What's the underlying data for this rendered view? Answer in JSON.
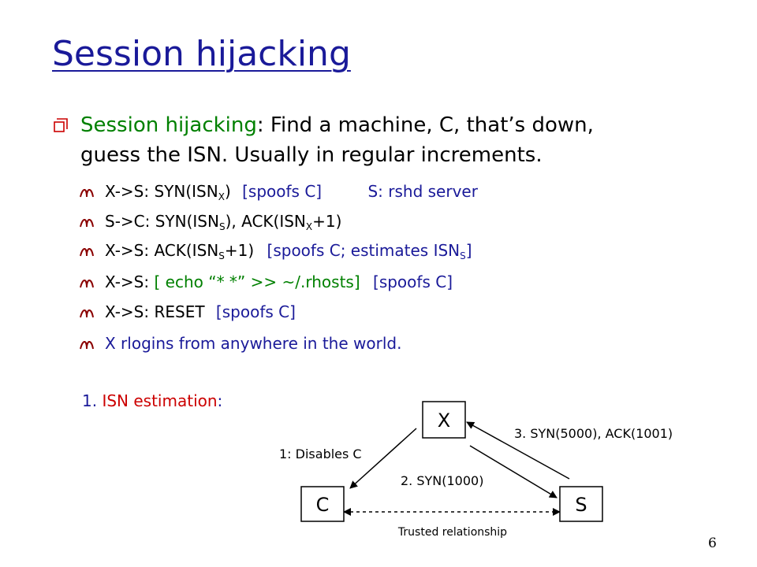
{
  "slide": {
    "title": "Session hijacking",
    "page_number": "6"
  },
  "main_bullet": {
    "term": "Session hijacking",
    "text_line1": ": Find a machine, C, that’s down,",
    "text_line2": "guess the ISN. Usually in regular increments."
  },
  "steps": {
    "s1": {
      "pre": "X->S: SYN(ISN",
      "sub": "X",
      "post": ")",
      "note": "[spoofs C]",
      "side": "S: rshd server"
    },
    "s2": {
      "pre": "S->C: SYN(ISN",
      "sub1": "S",
      "mid": "), ACK(ISN",
      "sub2": "X",
      "post": "+1)"
    },
    "s3": {
      "pre": "X->S: ACK(ISN",
      "sub": "S",
      "post": "+1)",
      "note_pre": "[spoofs C; estimates ISN",
      "note_sub": "S",
      "note_post": "]"
    },
    "s4": {
      "pre": "X->S: ",
      "cmd": "[ echo “* *” >> ~/.rhosts]",
      "note": "[spoofs C]"
    },
    "s5": {
      "pre": "X->S: RESET",
      "note": "[spoofs C]"
    },
    "s6": {
      "text": "X rlogins from anywhere in the world."
    }
  },
  "estimation": {
    "number": "1.",
    "label": "ISN estimation",
    "colon": ":"
  },
  "diagram": {
    "node_x": "X",
    "node_c": "C",
    "node_s": "S",
    "edge_xc": "1: Disables C",
    "edge_xs": "2. SYN(1000)",
    "edge_sx": "3. SYN(5000), ACK(1001)",
    "edge_cs": "Trusted relationship"
  },
  "colors": {
    "title": "#1a1a99",
    "bullet_term": "#008000",
    "bullet_marker": "#cc0000",
    "sub_marker": "#8b0000",
    "note": "#1a1a99",
    "command": "#008000",
    "estimation_label": "#cc0000"
  }
}
